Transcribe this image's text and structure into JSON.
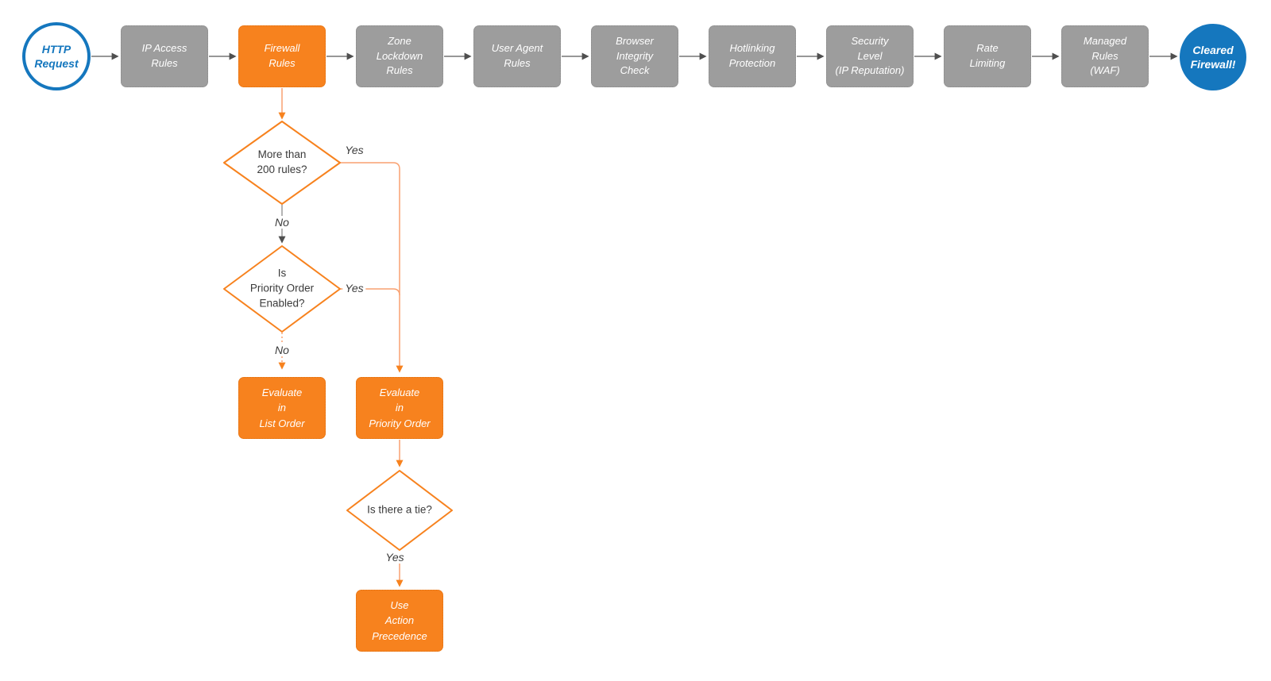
{
  "colors": {
    "orange": "#F7821E",
    "orange_light": "#F9A170",
    "gray_fill": "#9D9D9D",
    "gray_border": "#8A8A8A",
    "blue": "#1577BE",
    "line_dark": "#767676",
    "line_gray": "#9B9B9B",
    "arrow_dark": "#4F4F4F",
    "text_dark": "#3B3B3B"
  },
  "diagram": {
    "start": {
      "label": "HTTP\nRequest"
    },
    "end": {
      "label": "Cleared\nFirewall!"
    },
    "stages": [
      {
        "label": "IP Access\nRules"
      },
      {
        "label": "Firewall\nRules"
      },
      {
        "label": "Zone\nLockdown\nRules"
      },
      {
        "label": "User Agent\nRules"
      },
      {
        "label": "Browser\nIntegrity\nCheck"
      },
      {
        "label": "Hotlinking\nProtection"
      },
      {
        "label": "Security\nLevel\n(IP Reputation)"
      },
      {
        "label": "Rate\nLimiting"
      },
      {
        "label": "Managed\nRules\n(WAF)"
      }
    ],
    "decisions": [
      {
        "label": "More than\n200 rules?"
      },
      {
        "label": "Is\nPriority Order\nEnabled?"
      },
      {
        "label": "Is there a tie?"
      }
    ],
    "actions": [
      {
        "label": "Evaluate\nin\nList Order"
      },
      {
        "label": "Evaluate\nin\nPriority Order"
      },
      {
        "label": "Use\nAction\nPrecedence"
      }
    ],
    "edge_labels": {
      "d1_yes": "Yes",
      "d1_no": "No",
      "d2_yes": "Yes",
      "d2_no": "No",
      "d3_yes": "Yes"
    }
  }
}
